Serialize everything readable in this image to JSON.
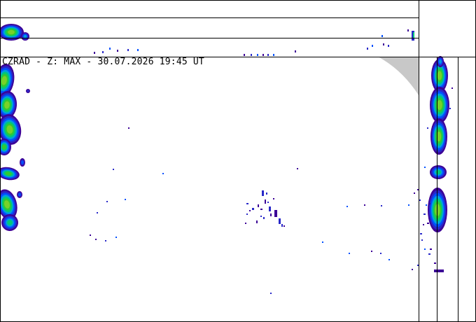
{
  "header": {
    "title": "CZRAD - Z: MAX - 30.07.2026 19:45 UT"
  },
  "colors": {
    "background": "#ffffff",
    "frame": "#000000",
    "no_coverage": "#c8c8c8",
    "echo_scale": [
      "#3c0096",
      "#2828c8",
      "#0050ff",
      "#00a0dc",
      "#00c878",
      "#32c832",
      "#78d228",
      "#b4dc3c",
      "#dcdc50"
    ]
  },
  "panels": {
    "main": "max-reflectivity-plan-view",
    "top": "north-south-section",
    "right": "east-west-section"
  }
}
